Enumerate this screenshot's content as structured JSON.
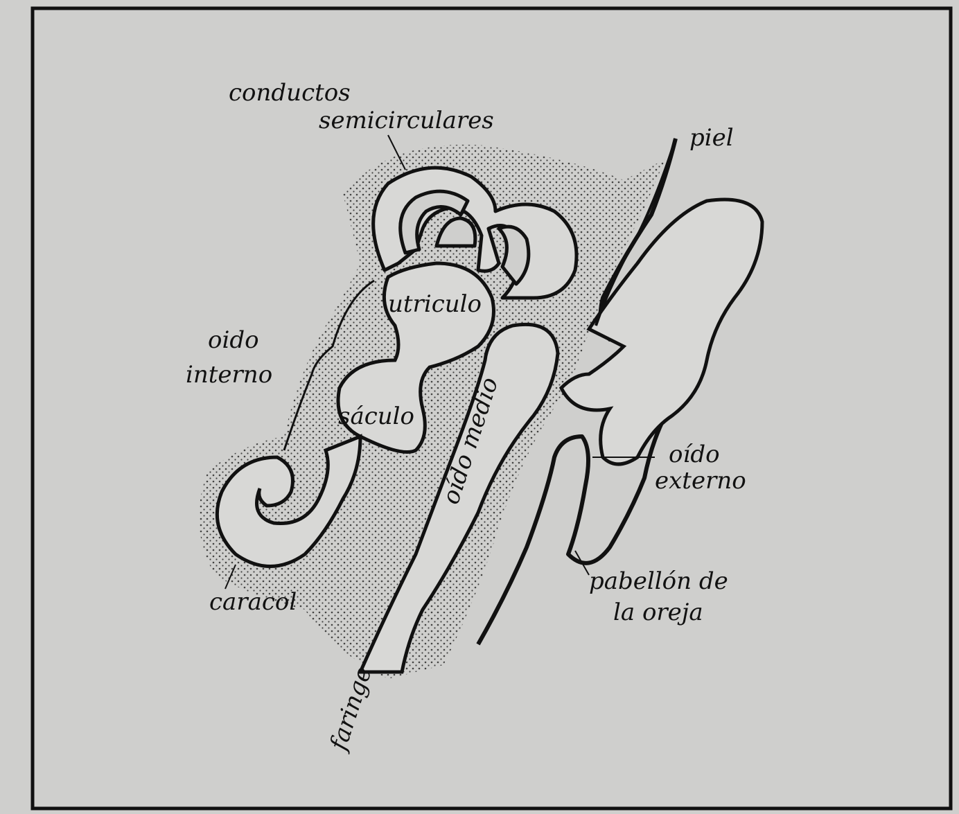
{
  "labels": {
    "conductor_line1": "conductos",
    "conductor_line2": "semicirculares",
    "piel": "piel",
    "utriculo": "utriculo",
    "oido_interno_line1": "oido",
    "oido_interno_line2": "interno",
    "saculo": "sáculo",
    "oido_medio": "oído medio",
    "oido_externo_line1": "oído",
    "oido_externo_line2": "externo",
    "caracol": "caracol",
    "pabellon_line1": "pabellón de",
    "pabellon_line2": "la oreja",
    "faringe": "faringe"
  },
  "colors": {
    "paper": "#cfcfcd",
    "ink": "#111111",
    "fill_light": "#d8d8d6",
    "stipple": "#2a2a2a"
  }
}
